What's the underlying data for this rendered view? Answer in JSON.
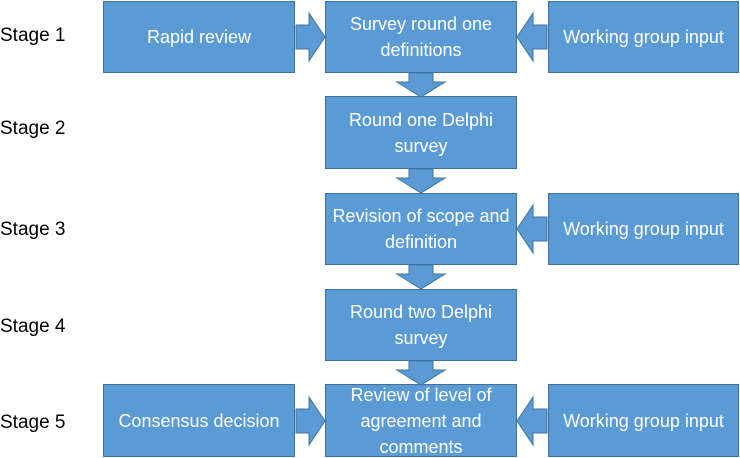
{
  "stages": {
    "s1": "Stage 1",
    "s2": "Stage 2",
    "s3": "Stage 3",
    "s4": "Stage 4",
    "s5": "Stage 5"
  },
  "boxes": {
    "rapid_review": "Rapid review",
    "survey_round_one": "Survey round one definitions",
    "working_group_1": "Working group input",
    "round_one_delphi": "Round one Delphi survey",
    "revision_scope": "Revision of scope and definition",
    "working_group_3": "Working group input",
    "round_two_delphi": "Round two Delphi survey",
    "consensus_decision": "Consensus decision",
    "review_agreement": "Review of level of agreement and comments",
    "working_group_5": "Working group input"
  },
  "colors": {
    "box_fill": "#5b9bd5",
    "box_border": "#41719c",
    "box_text": "#ffffff",
    "label_text": "#000000"
  }
}
